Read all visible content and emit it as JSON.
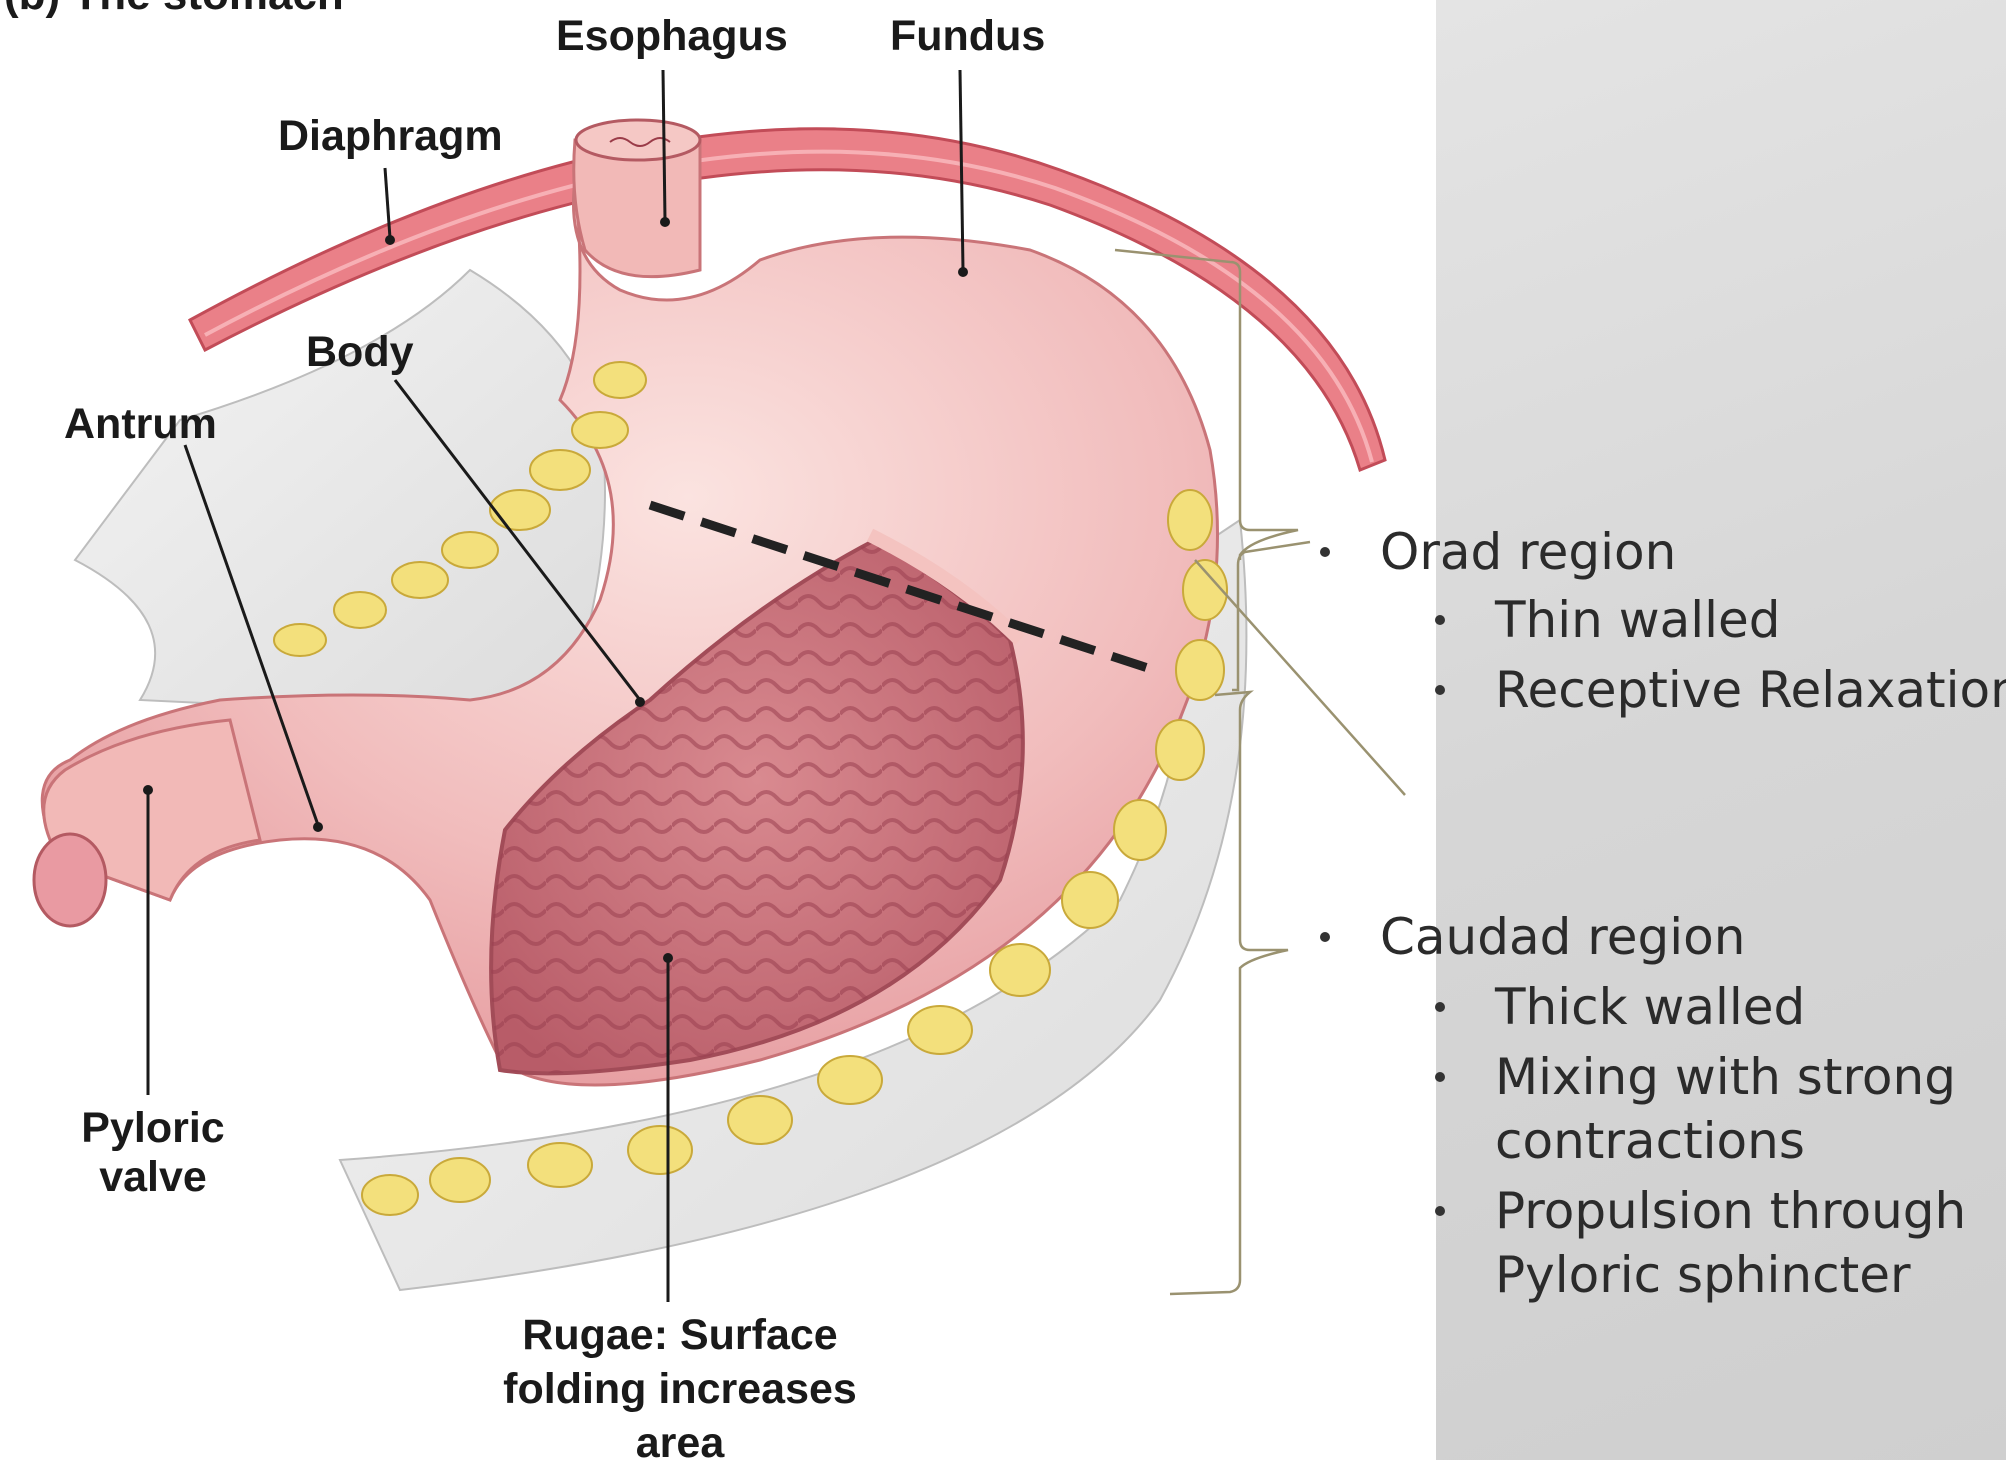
{
  "title_partial": "(b) The stomach",
  "labels": {
    "esophagus": "Esophagus",
    "fundus": "Fundus",
    "diaphragm": "Diaphragm",
    "body": "Body",
    "antrum": "Antrum",
    "pyloric_valve": [
      "Pyloric",
      "valve"
    ],
    "rugae": [
      "Rugae: Surface",
      "folding increases",
      "area"
    ]
  },
  "regions": [
    {
      "name": "Orad region",
      "items": [
        "Thin walled",
        "Receptive Relaxation"
      ]
    },
    {
      "name": "Caudad region",
      "items": [
        "Thick walled",
        "Mixing with strong contractions",
        "Propulsion through Pyloric sphincter"
      ]
    }
  ],
  "region_item_lines": {
    "mixing": [
      "Mixing with strong",
      "contractions"
    ],
    "propulsion": [
      "Propulsion through",
      "Pyloric sphincter"
    ]
  },
  "colors": {
    "stomach": "#f3c2c2",
    "rugae": "#c8707a",
    "fat": "#f2e07a",
    "diaphragm": "#e8727a",
    "panel": "#d8d8d8"
  }
}
